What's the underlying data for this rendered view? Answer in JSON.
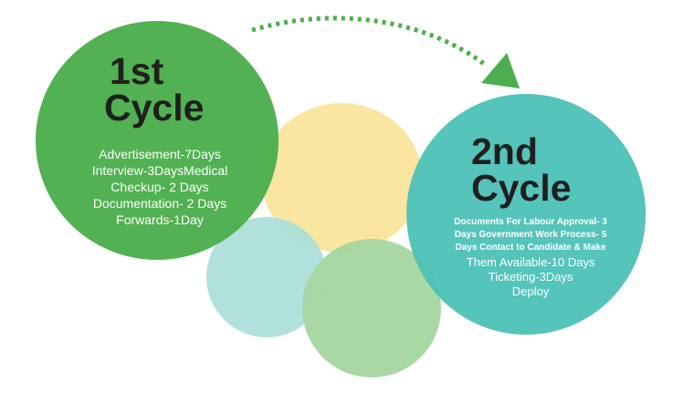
{
  "colors": {
    "cycle1": "#4cae4c",
    "cycle2": "#4cc1b6",
    "yellow": "#fbe59c",
    "teal_light": "#a9ded8",
    "green_light": "#a5d6a0",
    "arrow": "#4cae4c"
  },
  "cycle1": {
    "title_line1": "1st",
    "title_line2": "Cycle",
    "lines": [
      "Advertisement-7Days",
      "Interview-3DaysMedical",
      "Checkup- 2 Days",
      "Documentation- 2 Days",
      "Forwards-1Day"
    ]
  },
  "cycle2": {
    "title_line1": "2nd",
    "title_line2": "Cycle",
    "lines_small": [
      "Documents For Labour Approval- 3",
      "Days Government Work Process- 5",
      "Days Contact to Candidate & Make"
    ],
    "lines_large": [
      "Them Available-10 Days",
      "Ticketing-3Days",
      "Deploy"
    ]
  },
  "connector": {
    "icon": "dotted-curved-arrow-icon"
  }
}
